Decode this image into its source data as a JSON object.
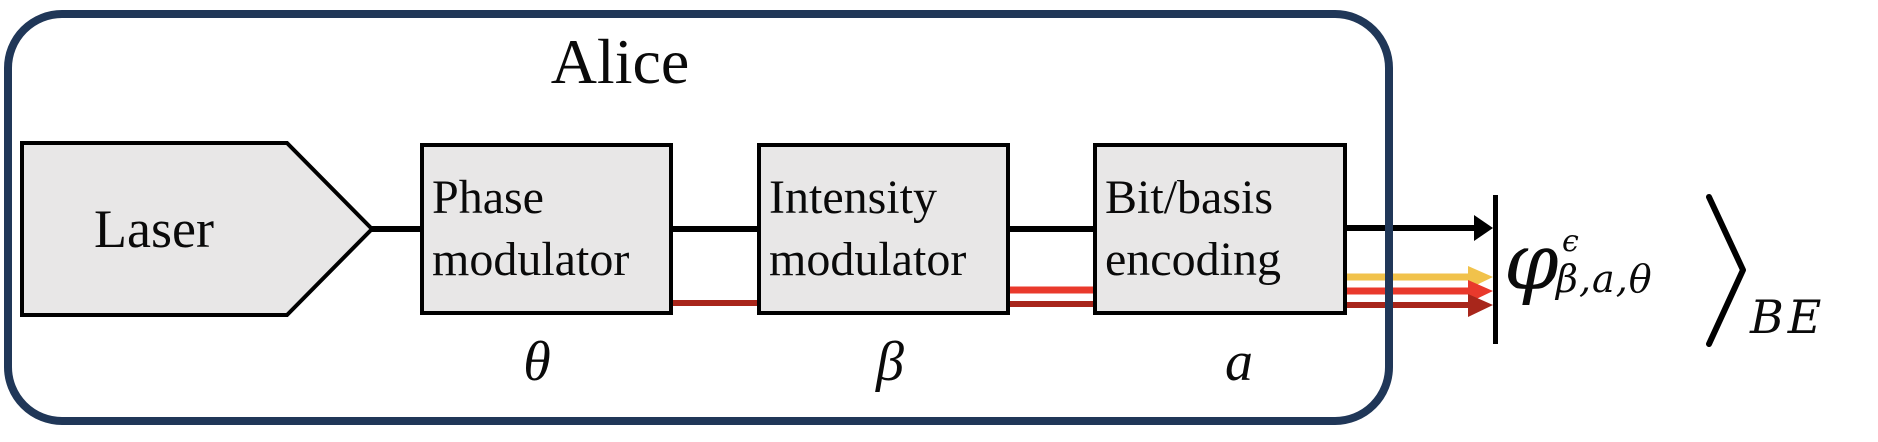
{
  "diagram": {
    "title": "Alice",
    "laser": {
      "label": "Laser"
    },
    "modules": [
      {
        "line1": "Phase",
        "line2": "modulator",
        "param": "θ"
      },
      {
        "line1": "Intensity",
        "line2": "modulator",
        "param": "β"
      },
      {
        "line1": "Bit/basis",
        "line2": "encoding",
        "param": "a"
      }
    ],
    "output_state": {
      "phi": "φ",
      "superscript": "ϵ",
      "subscript": "β,a,θ",
      "system_label": "BE"
    },
    "colors": {
      "boundary_navy": "#203758",
      "box_fill": "#e8e7e7",
      "box_border": "#000000",
      "beam_black": "#000000",
      "beam_yellow": "#f1c24b",
      "beam_red": "#e9392c",
      "beam_dark_red": "#a8261b"
    }
  }
}
